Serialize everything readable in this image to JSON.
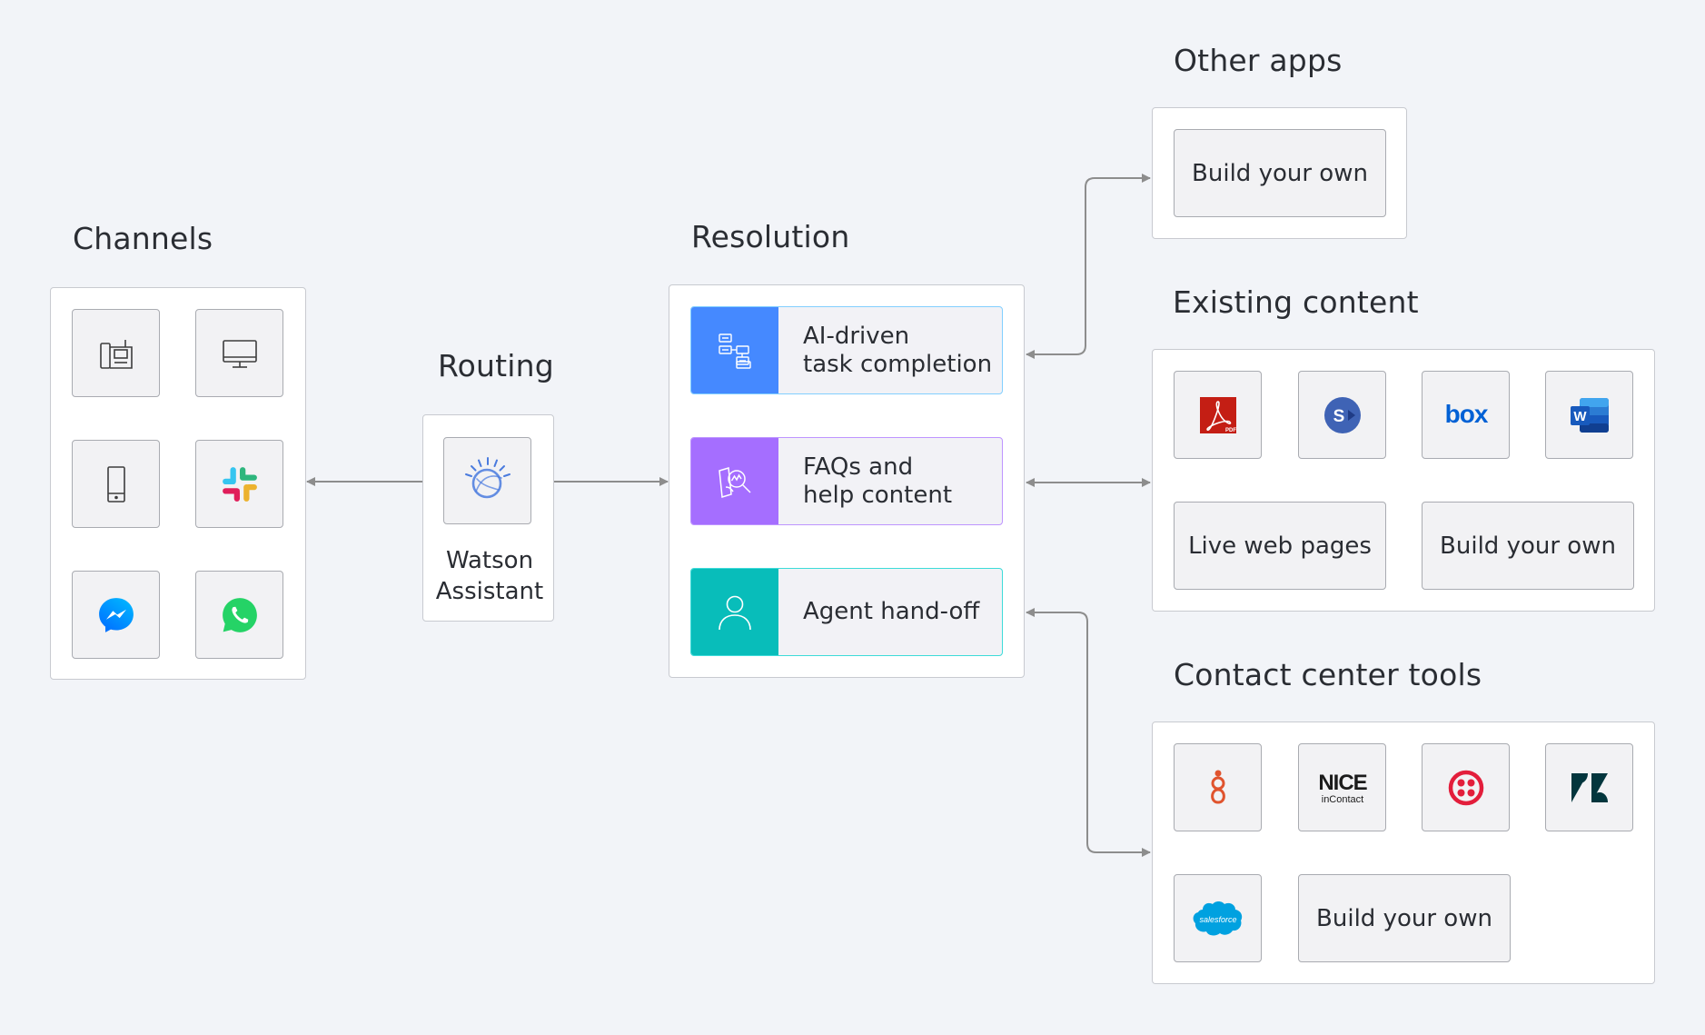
{
  "headings": {
    "channels": "Channels",
    "routing": "Routing",
    "resolution": "Resolution",
    "other_apps": "Other apps",
    "existing_content": "Existing content",
    "contact_center": "Contact center tools"
  },
  "channels": {
    "items": [
      {
        "icon": "desk-phone-icon"
      },
      {
        "icon": "desktop-monitor-icon"
      },
      {
        "icon": "mobile-phone-icon"
      },
      {
        "icon": "slack-icon"
      },
      {
        "icon": "messenger-icon"
      },
      {
        "icon": "whatsapp-icon"
      }
    ]
  },
  "routing": {
    "icon": "watson-icon",
    "label": "Watson\nAssistant"
  },
  "resolution": {
    "cards": [
      {
        "label": "AI-driven\ntask completion",
        "icon": "flowchart-icon",
        "accent": "#4589ff",
        "border": "#82cfff"
      },
      {
        "label": "FAQs and\nhelp content",
        "icon": "search-document-icon",
        "accent": "#a56eff",
        "border": "#be95ff"
      },
      {
        "label": "Agent hand-off",
        "icon": "user-icon",
        "accent": "#08bdba",
        "border": "#3ddbd9"
      }
    ]
  },
  "other_apps": {
    "build_label": "Build your own"
  },
  "existing_content": {
    "icons": [
      "adobe-pdf-icon",
      "sharepoint-icon",
      "box-icon",
      "word-icon"
    ],
    "box_logo_text": "box",
    "pdf_logo_text": "PDF",
    "sharepoint_logo_text": "S",
    "word_logo_text": "W",
    "live_pages_label": "Live web pages",
    "build_label": "Build your own"
  },
  "contact_center": {
    "icons": [
      "genesys-icon",
      "nice-incontact-icon",
      "twilio-icon",
      "zendesk-icon",
      "salesforce-icon"
    ],
    "nice_logo_text": "NICE",
    "incontact_logo_text": "inContact",
    "salesforce_logo_text": "salesforce",
    "build_label": "Build your own"
  },
  "colors": {
    "background": "#f2f4f8",
    "panel": "#ffffff",
    "tile": "#f2f2f4",
    "connector": "#8d8d8d"
  }
}
